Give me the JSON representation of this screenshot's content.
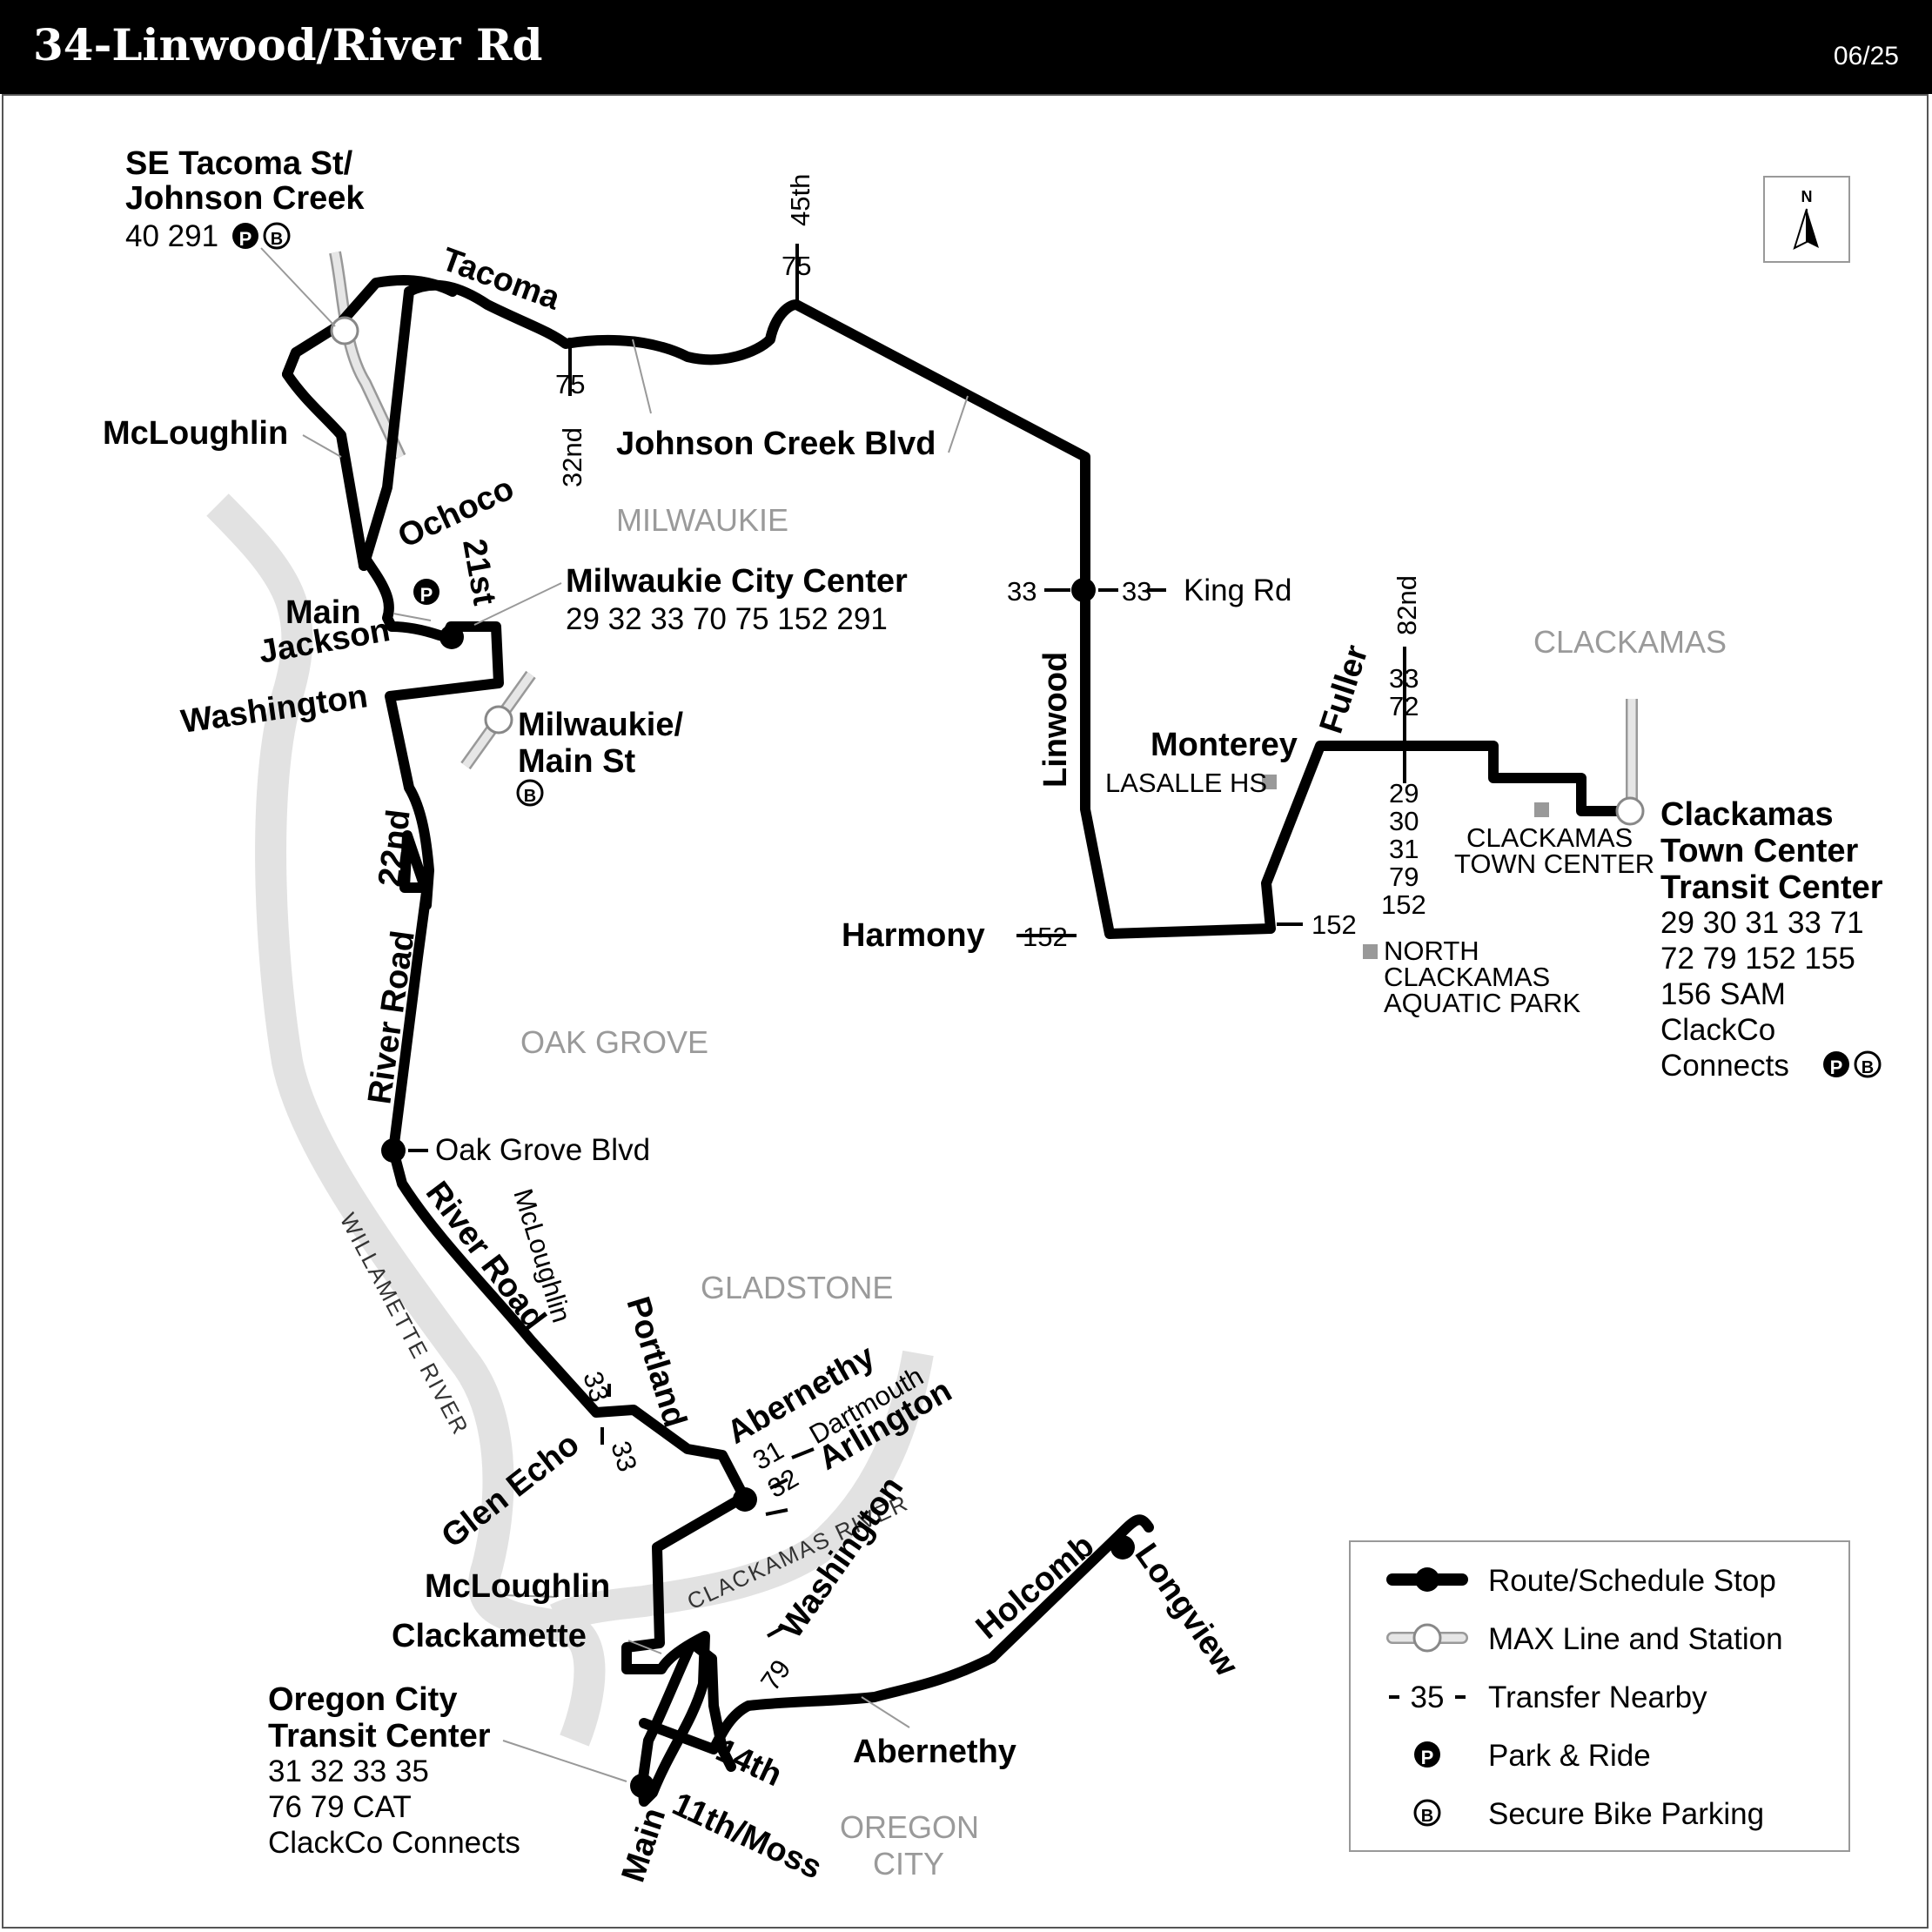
{
  "header": {
    "title": "34-Linwood/River Rd",
    "date": "06/25"
  },
  "areas": {
    "milwaukie": "MILWAUKIE",
    "clackamas": "CLACKAMAS",
    "oak_grove": "OAK GROVE",
    "gladstone": "GLADSTONE",
    "oregon_city_1": "OREGON",
    "oregon_city_2": "CITY"
  },
  "rivers": {
    "willamette": "WILLAMETTE RIVER",
    "clackamas": "CLACKAMAS RIVER"
  },
  "stops": {
    "tacoma_1": "SE Tacoma St/",
    "tacoma_2": "Johnson Creek",
    "tacoma_routes": "40 291",
    "milwaukie_cc": "Milwaukie City Center",
    "milwaukie_cc_routes": "29 32 33 70 75 152 291",
    "main_st_1": "Milwaukie/",
    "main_st_2": "Main St",
    "ctc_1": "Clackamas",
    "ctc_2": "Town Center",
    "ctc_3": "Transit Center",
    "ctc_routes_1": "29 30 31 33 71",
    "ctc_routes_2": "72 79 152 155",
    "ctc_routes_3": "156 SAM",
    "ctc_routes_4": "ClackCo",
    "ctc_routes_5": "Connects",
    "octc_1": "Oregon City",
    "octc_2": "Transit Center",
    "octc_routes_1": "31 32 33 35",
    "octc_routes_2": "76 79 CAT",
    "octc_routes_3": "ClackCo Connects"
  },
  "streets": {
    "tacoma": "Tacoma",
    "mcloughlin_n": "McLoughlin",
    "johnson_creek": "Johnson Creek Blvd",
    "ochoco": "Ochoco",
    "st21": "21st",
    "main": "Main",
    "jackson": "Jackson",
    "washington_n": "Washington",
    "nd22": "22nd",
    "river_road_1": "River Road",
    "river_road_2": "River Road",
    "oak_grove_blvd": "Oak Grove Blvd",
    "mcloughlin_mid": "McLoughlin",
    "portland": "Portland",
    "abernethy_n": "Abernethy",
    "dartmouth": "Dartmouth",
    "arlington": "Arlington",
    "glen_echo": "Glen Echo",
    "mcloughlin_s": "McLoughlin",
    "clackamette": "Clackamette",
    "washington_s": "Washington",
    "holcomb": "Holcomb",
    "longview": "Longview",
    "abernethy_s": "Abernethy",
    "th14": "14th",
    "main_s": "Main",
    "moss": "11th/Moss",
    "linwood": "Linwood",
    "king_rd": "King Rd",
    "harmony": "Harmony",
    "fuller": "Fuller",
    "monterey": "Monterey",
    "th45": "45th",
    "nd32": "32nd",
    "nd82": "82nd"
  },
  "landmarks": {
    "lasalle": "LASALLE HS",
    "ctc_mall_1": "CLACKAMAS",
    "ctc_mall_2": "TOWN CENTER",
    "aquatic_1": "NORTH",
    "aquatic_2": "CLACKAMAS",
    "aquatic_3": "AQUATIC PARK"
  },
  "transfers": {
    "r75a": "75",
    "r75b": "75",
    "r33_king_w": "33",
    "r33_king_e": "33",
    "r152_w": "152",
    "r152_e": "152",
    "r33_82": "33",
    "r72_82": "72",
    "r29": "29",
    "r30": "30",
    "r31": "31",
    "r79": "79",
    "r152_82": "152",
    "r33_mc_a": "33",
    "r33_mc_b": "33",
    "r31_d": "31",
    "r32_a": "32",
    "r79_w": "79"
  },
  "legend": {
    "stop": "Route/Schedule Stop",
    "max": "MAX Line and Station",
    "transfer": "Transfer Nearby",
    "transfer_sym": "35",
    "park": "Park & Ride",
    "bike": "Secure Bike Parking"
  },
  "symbols": {
    "park": "P",
    "bike": "B",
    "north": "N"
  }
}
